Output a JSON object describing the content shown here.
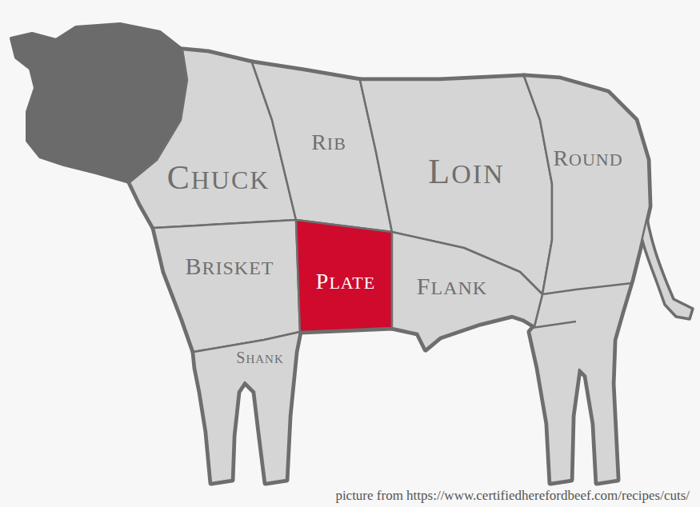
{
  "diagram": {
    "nodes": [
      {
        "text": [
          "CHUCK"
        ]
      },
      {
        "text": [
          "RIB"
        ]
      },
      {
        "text": [
          "LOIN"
        ]
      },
      {
        "text": [
          "ROUND"
        ]
      },
      {
        "text": [
          "BRISKET"
        ]
      },
      {
        "text": [
          "PLATE"
        ]
      },
      {
        "text": [
          "FLANK"
        ]
      },
      {
        "text": [
          "SHANK"
        ]
      }
    ],
    "caption": "picture from https://www.certifiedherefordbeef.com/recipes/cuts/"
  }
}
